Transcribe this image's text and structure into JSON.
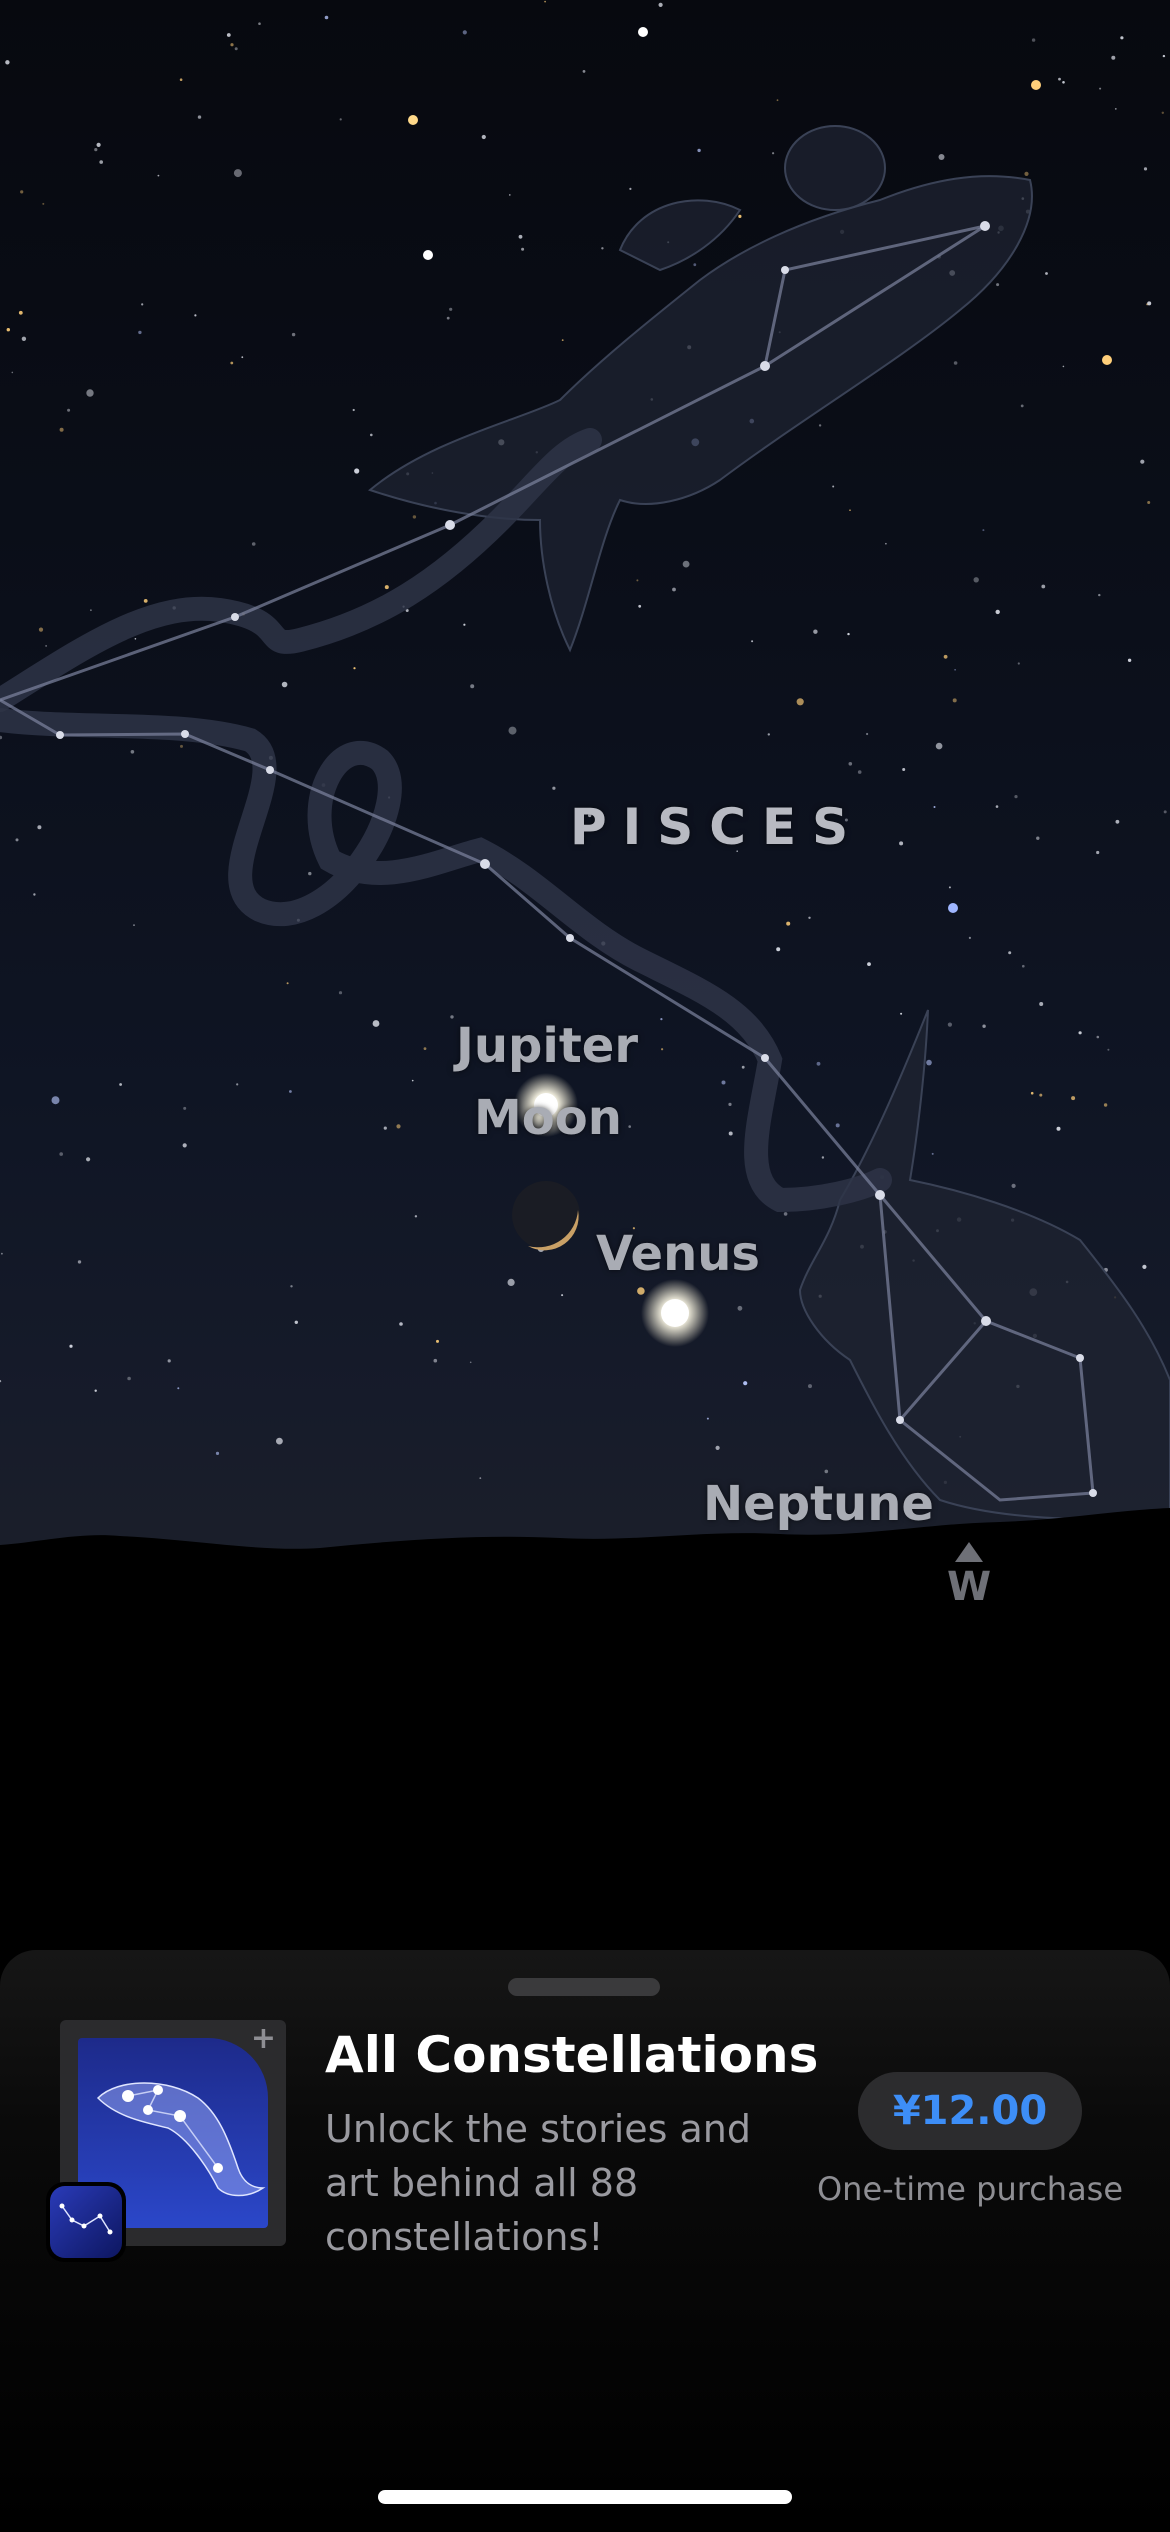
{
  "sky": {
    "constellation_name": "PISCES",
    "labels": {
      "jupiter": "Jupiter",
      "moon": "Moon",
      "venus": "Venus",
      "neptune": "Neptune"
    },
    "compass": {
      "direction": "W",
      "icon": "triangle-up-icon"
    }
  },
  "purchase_sheet": {
    "title": "All Constellations",
    "description": "Unlock the stories and art behind all 88 constellations!",
    "price": "¥12.00",
    "price_caption": "One-time purchase",
    "product_art_icon": "dolphin-constellation-icon",
    "plus_icon": "plus-icon",
    "app_icon": "constellation-app-icon"
  },
  "colors": {
    "accent": "#3d8ef7",
    "sheet_background": "#121212",
    "sky_label": "#a9acb4"
  }
}
